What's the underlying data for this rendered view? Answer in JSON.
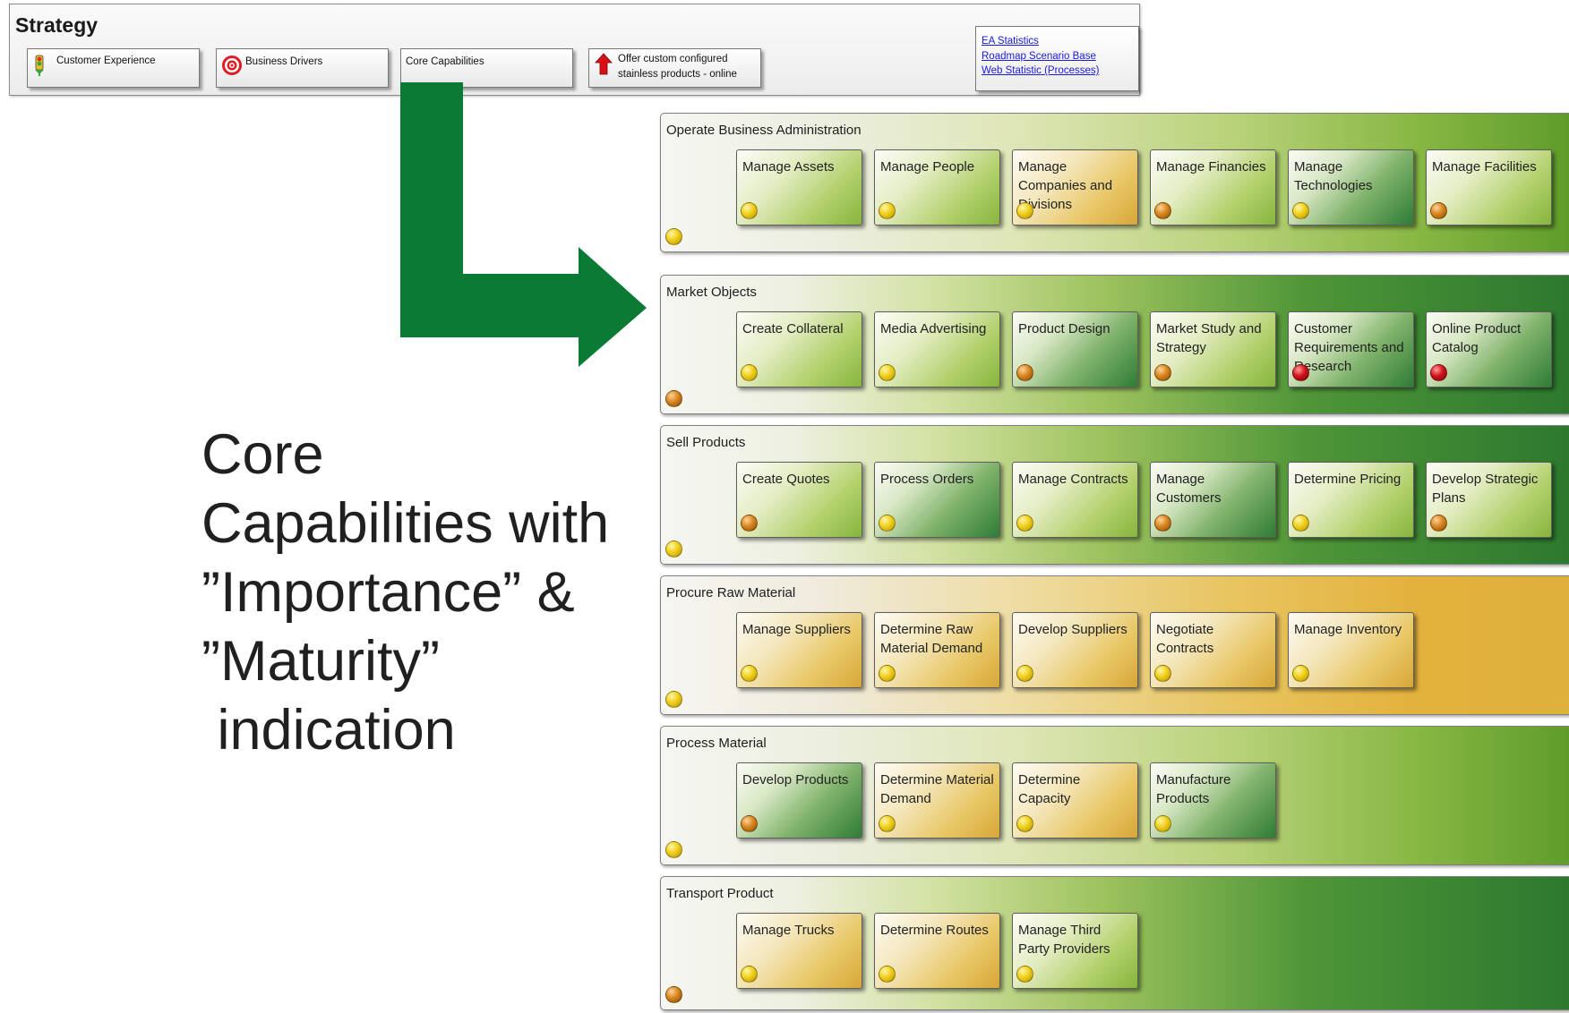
{
  "strategy": {
    "title": "Strategy",
    "nav": [
      {
        "label": "Customer Experience",
        "icon": "traffic-light-icon"
      },
      {
        "label": "Business Drivers",
        "icon": "target-icon"
      },
      {
        "label": "Core Capabilities",
        "icon": ""
      },
      {
        "label_line1": "Offer custom configured",
        "label_line2": "stainless products - online",
        "icon": "red-up-arrow-icon"
      }
    ],
    "links": [
      "EA Statistics",
      "Roadmap Scenario Base",
      "Web Statistic (Processes)"
    ]
  },
  "caption": "Core\nCapabilities with\n”Importance” &\n”Maturity”\n indication",
  "colors": {
    "green_dark": "#2e7d32",
    "green_light": "#a9cc5c",
    "yellow_gold": "#e7b43a",
    "arrow_green": "#0a7a35",
    "link_blue": "#1a1ae0",
    "dot_yellow": "#f0cf1a",
    "dot_orange": "#d9861e",
    "dot_red": "#d1141c"
  },
  "groups": [
    {
      "title": "Operate Business Administration",
      "gradient": "right-green",
      "dot": "yellow",
      "items": [
        {
          "label": "Manage Assets",
          "bg": "light-green",
          "dot": "yellow"
        },
        {
          "label": "Manage People",
          "bg": "light-green",
          "dot": "yellow"
        },
        {
          "label": "Manage Companies and Divisions",
          "bg": "gold",
          "dot": "yellow"
        },
        {
          "label": "Manage Financies",
          "bg": "light-green",
          "dot": "orange"
        },
        {
          "label": "Manage Technologies",
          "bg": "dark-green",
          "dot": "yellow"
        },
        {
          "label": "Manage Facilities",
          "bg": "light-green",
          "dot": "orange"
        }
      ]
    },
    {
      "title": "Market Objects",
      "gradient": "dark-green",
      "dot": "orange",
      "items": [
        {
          "label": "Create Collateral",
          "bg": "light-green",
          "dot": "yellow"
        },
        {
          "label": "Media Advertising",
          "bg": "light-green",
          "dot": "yellow"
        },
        {
          "label": "Product Design",
          "bg": "dark-green",
          "dot": "orange"
        },
        {
          "label": "Market Study and Strategy",
          "bg": "light-green",
          "dot": "orange"
        },
        {
          "label": "Customer Requirements and Research",
          "bg": "dark-green",
          "dot": "red"
        },
        {
          "label": "Online Product Catalog",
          "bg": "dark-green",
          "dot": "red"
        }
      ]
    },
    {
      "title": "Sell Products",
      "gradient": "dark-green",
      "dot": "yellow",
      "items": [
        {
          "label": "Create Quotes",
          "bg": "light-green",
          "dot": "orange"
        },
        {
          "label": "Process Orders",
          "bg": "dark-green",
          "dot": "yellow"
        },
        {
          "label": "Manage Contracts",
          "bg": "light-green",
          "dot": "yellow"
        },
        {
          "label": "Manage Customers",
          "bg": "dark-green",
          "dot": "orange"
        },
        {
          "label": "Determine Pricing",
          "bg": "light-green",
          "dot": "yellow"
        },
        {
          "label": "Develop Strategic Plans",
          "bg": "light-green",
          "dot": "orange"
        }
      ]
    },
    {
      "title": "Procure Raw Material",
      "gradient": "gold",
      "dot": "yellow",
      "items": [
        {
          "label": "Manage Suppliers",
          "bg": "gold",
          "dot": "yellow"
        },
        {
          "label": "Determine Raw Material Demand",
          "bg": "gold",
          "dot": "yellow"
        },
        {
          "label": "Develop Suppliers",
          "bg": "gold",
          "dot": "yellow"
        },
        {
          "label": "Negotiate Contracts",
          "bg": "gold",
          "dot": "yellow"
        },
        {
          "label": "Manage Inventory",
          "bg": "gold",
          "dot": "yellow"
        }
      ]
    },
    {
      "title": "Process Material",
      "gradient": "right-green",
      "dot": "yellow",
      "items": [
        {
          "label": "Develop Products",
          "bg": "dark-green",
          "dot": "orange"
        },
        {
          "label": "Determine Material Demand",
          "bg": "gold",
          "dot": "yellow"
        },
        {
          "label": "Determine Capacity",
          "bg": "gold",
          "dot": "yellow"
        },
        {
          "label": "Manufacture Products",
          "bg": "dark-green",
          "dot": "yellow"
        }
      ]
    },
    {
      "title": "Transport Product",
      "gradient": "dark-green",
      "dot": "orange",
      "items": [
        {
          "label": "Manage Trucks",
          "bg": "gold",
          "dot": "yellow"
        },
        {
          "label": "Determine Routes",
          "bg": "gold",
          "dot": "yellow"
        },
        {
          "label": "Manage Third Party Providers",
          "bg": "light-green",
          "dot": "yellow"
        }
      ]
    }
  ]
}
